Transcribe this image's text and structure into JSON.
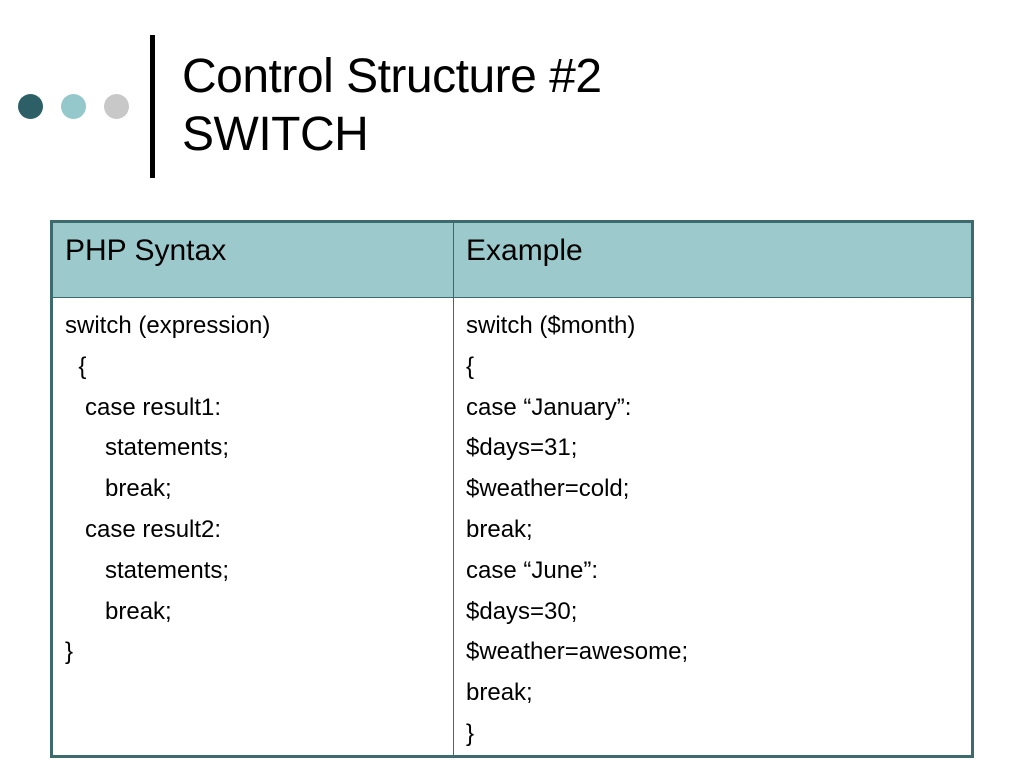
{
  "slide": {
    "title_line1": "Control Structure #2",
    "title_line2": "SWITCH"
  },
  "colors": {
    "dot_dark": "#2d6066",
    "dot_teal": "#94c8ca",
    "dot_gray": "#c8c8c8",
    "header_bg": "#9ccacc",
    "border": "#3d6b6d"
  },
  "table": {
    "headers": [
      "PHP Syntax",
      "Example"
    ],
    "syntax_lines": [
      "switch (expression)",
      "  {",
      "   case result1:",
      "      statements;",
      "      break;",
      "   case result2:",
      "      statements;",
      "      break;",
      "}"
    ],
    "example_lines": [
      "switch ($month)",
      "{",
      "case “January”:",
      "$days=31;",
      "$weather=cold;",
      "break;",
      "case “June”:",
      "$days=30;",
      "$weather=awesome;",
      "break;",
      "}"
    ]
  }
}
